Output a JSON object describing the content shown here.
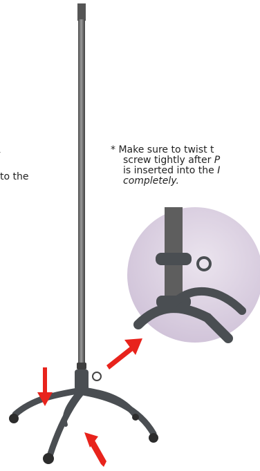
{
  "step": {
    "title": "2",
    "text": "to the"
  },
  "note": {
    "line1": "* Make sure to twist t",
    "line2_before": "screw tightly after ",
    "line2_italic": "P",
    "line3_before": "is inserted into the ",
    "line3_italic": "I",
    "line4_italic": "completely."
  },
  "colors": {
    "pole": "#6b6b6b",
    "base": "#4a4e52",
    "circle_bg": "#d9cfe0",
    "arrow": "#e8231c"
  }
}
